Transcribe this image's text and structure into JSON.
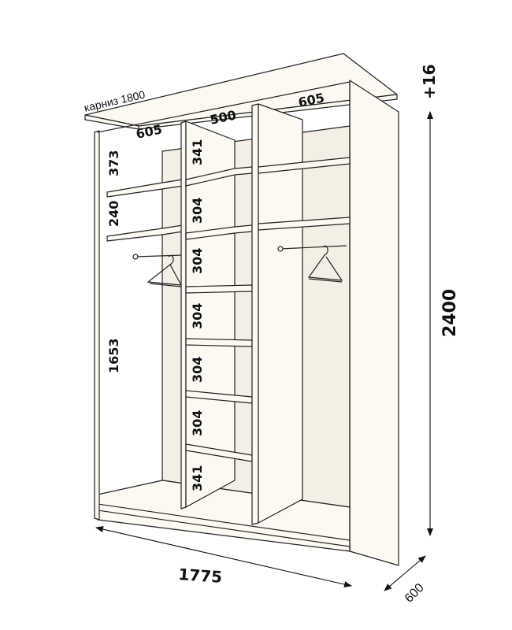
{
  "cornice_label": "карниз 1800",
  "depth_labels": {
    "left": "605",
    "middle": "500",
    "right": "605"
  },
  "left_section": {
    "top": "373",
    "second": "240",
    "bottom": "1653"
  },
  "middle_section": [
    "341",
    "304",
    "304",
    "304",
    "304",
    "304",
    "341"
  ],
  "dimensions": {
    "width": "1775",
    "height": "2400",
    "cornice_extra": "+16",
    "depth": "600"
  }
}
